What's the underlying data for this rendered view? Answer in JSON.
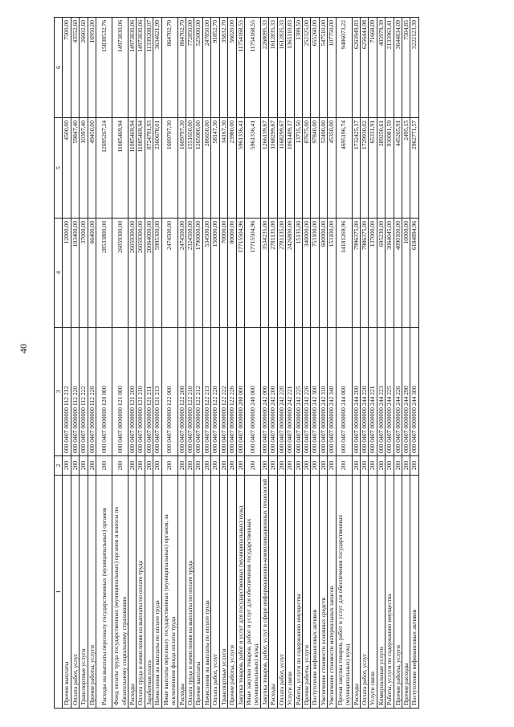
{
  "page_number": "40",
  "header": [
    "1",
    "2",
    "3",
    "4",
    "5",
    "6"
  ],
  "rows": [
    [
      "Прочие выплаты",
      "200",
      "000 0407 0000000 112 212",
      "12000,00",
      "4500,00",
      "7500,00"
    ],
    [
      "Оплата работ, услуг",
      "200",
      "000 0407 0000000 112 220",
      "103400,00",
      "59847,40",
      "43552,60"
    ],
    [
      "Транспортные услуги",
      "200",
      "000 0407 0000000 112 222",
      "37000,00",
      "10397,40",
      "26602,60"
    ],
    [
      "Прочие работы, услуги",
      "200",
      "000 0407 0000000 112 226",
      "66400,00",
      "49450,00",
      "16950,00"
    ],
    [
      "Расходы на выплаты персоналу государственных (муниципальных) органов",
      "200",
      "000 0407 0000000 120 000",
      "28533800,00",
      "12695267,24",
      "15838532,76"
    ],
    [
      "Фонд оплаты труда государственных (муниципальных) органов и взносы по обязательному социальному страхованию",
      "200",
      "000 0407 0000000 121 000",
      "26059300,00",
      "11085469,94",
      "14973830,06"
    ],
    [
      "Расходы",
      "200",
      "000 0407 0000000 121 200",
      "26059300,00",
      "11085469,94",
      "14973830,06"
    ],
    [
      "Оплата труда и начисления на выплаты по оплате труда",
      "200",
      "000 0407 0000000 121 210",
      "26059300,00",
      "11085469,94",
      "14973830,06"
    ],
    [
      "Заработная плата",
      "200",
      "000 0407 0000000 121 211",
      "20064000,00",
      "8724791,93",
      "11339208,07"
    ],
    [
      "Начисления на выплаты по оплате труда",
      "200",
      "000 0407 0000000 121 213",
      "5995300,00",
      "2360678,01",
      "3634621,99"
    ],
    [
      "Иные выплаты персоналу государственных (муниципальных) органов, за исключением фонда оплаты труда",
      "200",
      "000 0407 0000000 122 000",
      "2474500,00",
      "1609797,30",
      "864702,70"
    ],
    [
      "Расходы",
      "200",
      "000 0407 0000000 122 200",
      "2474500,00",
      "1609797,30",
      "864702,70"
    ],
    [
      "Оплата труда и начисления на выплаты по оплате труда",
      "200",
      "000 0407 0000000 122 210",
      "2324500,00",
      "1551650,00",
      "772850,00"
    ],
    [
      "Прочие выплаты",
      "200",
      "000 0407 0000000 122 212",
      "1790000,00",
      "1265000,00",
      "525000,00"
    ],
    [
      "Начисления на выплаты по оплате труда",
      "200",
      "000 0407 0000000 122 213",
      "534500,00",
      "286650,00",
      "247850,00"
    ],
    [
      "Оплата работ, услуг",
      "200",
      "000 0407 0000000 122 220",
      "150000,00",
      "58147,30",
      "91852,70"
    ],
    [
      "Транспортные услуги",
      "200",
      "000 0407 0000000 122 222",
      "70000,00",
      "34167,30",
      "35832,70"
    ],
    [
      "Прочие работы, услуги",
      "200",
      "000 0407 0000000 122 226",
      "80000,00",
      "23980,00",
      "56020,00"
    ],
    [
      "Закупка товаров, работ и услуг для государственных (муниципальных) нужд",
      "200",
      "000 0407 0000000 200 000",
      "17715504,96",
      "5961336,41",
      "11754168,55"
    ],
    [
      "Иные закупки товаров, работ и услуг для обеспечения государственных (муниципальных) нужд",
      "200",
      "000 0407 0000000 240 000",
      "17715504,96",
      "5961336,41",
      "11754168,55"
    ],
    [
      "Закупка товаров, работ, услуг в сфере информационно-коммуникационных технологий",
      "200",
      "000 0407 0000000 242 000",
      "3534235,00",
      "1266139,67",
      "2268095,33"
    ],
    [
      "Расходы",
      "200",
      "000 0407 0000000 242 200",
      "2781135,00",
      "1168299,67",
      "1612835,33"
    ],
    [
      "Оплата работ, услуг",
      "200",
      "000 0407 0000000 242 220",
      "2781135,00",
      "1168299,67",
      "1612835,33"
    ],
    [
      "Услуги связи",
      "200",
      "000 0407 0000000 242 221",
      "2426800,00",
      "1061489,17",
      "1365110,83"
    ],
    [
      "Работы, услуги по содержанию имущества",
      "200",
      "000 0407 0000000 242 225",
      "15135,00",
      "13735,50",
      "1399,50"
    ],
    [
      "Прочие работы, услуги",
      "200",
      "000 0407 0000000 242 226",
      "340000,00",
      "87675,00",
      "252325,00"
    ],
    [
      "Поступление нефинансовых активов",
      "200",
      "000 0407 0000000 242 300",
      "753100,00",
      "97840,00",
      "655260,00"
    ],
    [
      "Увеличение стоимости основных средств",
      "200",
      "000 0407 0000000 242 310",
      "600000,00",
      "52490,00",
      "547510,00"
    ],
    [
      "Увеличение стоимости материальных запасов",
      "200",
      "000 0407 0000000 242 340",
      "153100,00",
      "45350,00",
      "107750,00"
    ],
    [
      "Прочая закупка товаров, работ и услуг для обеспечения государственных (муниципальных) нужд",
      "200",
      "000 0407 0000000 244 000",
      "14181269,96",
      "4695196,74",
      "9486073,22"
    ],
    [
      "Расходы",
      "200",
      "000 0407 0000000 244 200",
      "7996375,00",
      "1732425,17",
      "6263949,83"
    ],
    [
      "Оплата работ, услуг",
      "200",
      "000 0407 0000000 244 220",
      "7986375,00",
      "1729930,02",
      "6256444,98"
    ],
    [
      "Услуги связи",
      "200",
      "000 0407 0000000 244 221",
      "137000,00",
      "65331,91",
      "71668,09"
    ],
    [
      "Коммунальные услуги",
      "200",
      "000 0407 0000000 244 223",
      "695230,00",
      "289250,61",
      "405979,39"
    ],
    [
      "Работы, услуги по содержанию имущества",
      "200",
      "000 0407 0000000 244 225",
      "3064045,00",
      "930081,59",
      "2133963,41"
    ],
    [
      "Прочие работы, услуги",
      "200",
      "000 0407 0000000 244 226",
      "4090100,00",
      "445265,91",
      "3644834,09"
    ],
    [
      "Прочие расходы",
      "200",
      "000 0407 0000000 244 290",
      "10000,00",
      "2495,15",
      "7504,85"
    ],
    [
      "Поступление нефинансовых активов",
      "200",
      "000 0407 0000000 244 300",
      "6184894,96",
      "2962771,57",
      "3222123,39"
    ]
  ]
}
